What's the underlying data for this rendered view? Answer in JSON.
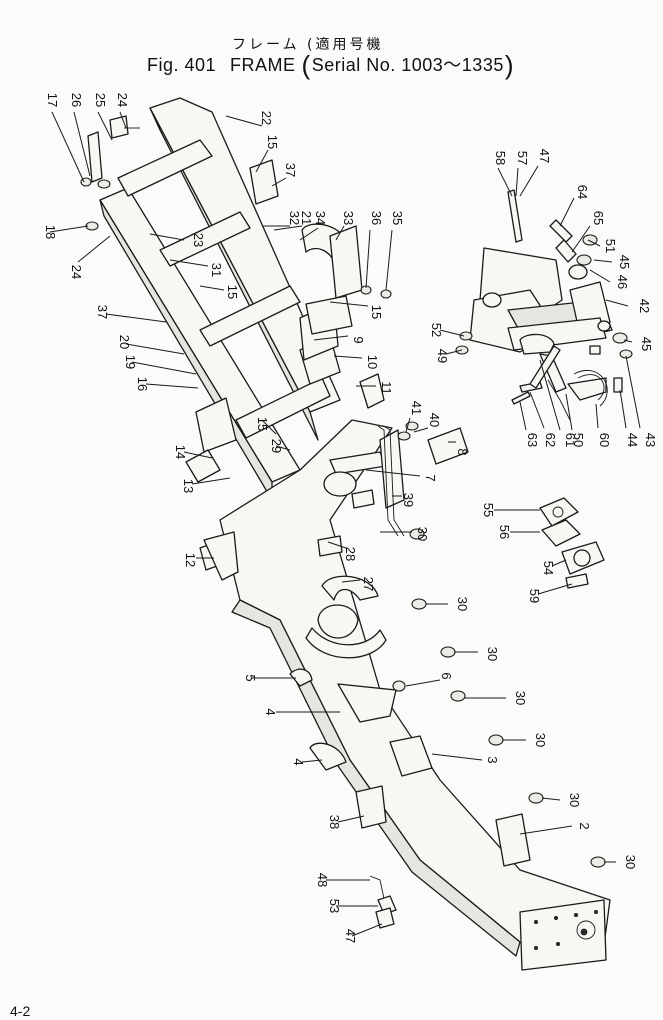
{
  "title": {
    "japanese": "フレーム",
    "japanese_serial": "適用号機",
    "fig": "Fig. 401",
    "name": "FRAME",
    "serial": "Serial No. 1003～1335"
  },
  "page_number": "4-2",
  "callouts": [
    "17",
    "26",
    "25",
    "24",
    "22",
    "15",
    "37",
    "32",
    "21",
    "34",
    "33",
    "36",
    "35",
    "18",
    "23",
    "31",
    "24",
    "15",
    "15",
    "9",
    "37",
    "20",
    "19",
    "10",
    "16",
    "11",
    "15",
    "41",
    "40",
    "14",
    "29",
    "8",
    "13",
    "7",
    "39",
    "30",
    "55",
    "56",
    "12",
    "28",
    "54",
    "59",
    "27",
    "30",
    "30",
    "5",
    "6",
    "30",
    "4",
    "30",
    "4",
    "3",
    "30",
    "38",
    "2",
    "30",
    "48",
    "53",
    "47",
    "58",
    "57",
    "47",
    "64",
    "65",
    "51",
    "45",
    "46",
    "42",
    "52",
    "49",
    "45",
    "63",
    "62",
    "61",
    "50",
    "60",
    "44",
    "43"
  ]
}
